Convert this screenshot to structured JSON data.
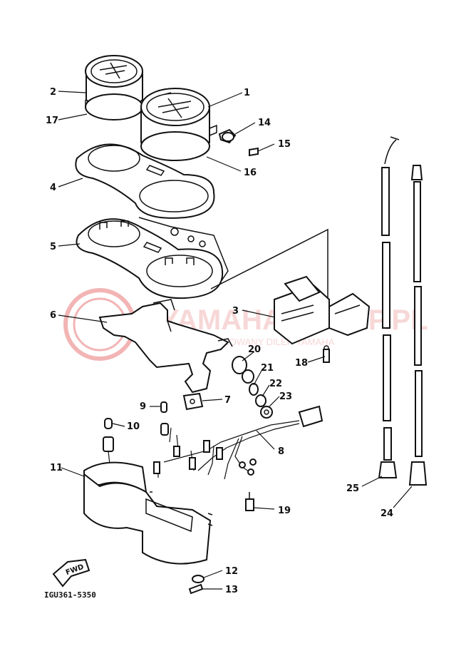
{
  "watermark": {
    "text": "YAMAHA-SKLEP.PL",
    "subtext": "AUTORYZOWANY DILER YAMAHA",
    "color": "#e87878"
  },
  "drawing_code": "IGU361-5350",
  "fwd_label": "FWD",
  "callouts": [
    "1",
    "2",
    "3",
    "4",
    "5",
    "6",
    "7",
    "8",
    "9",
    "10",
    "11",
    "12",
    "13",
    "14",
    "15",
    "16",
    "17",
    "18",
    "19",
    "20",
    "21",
    "22",
    "23",
    "24",
    "25"
  ]
}
